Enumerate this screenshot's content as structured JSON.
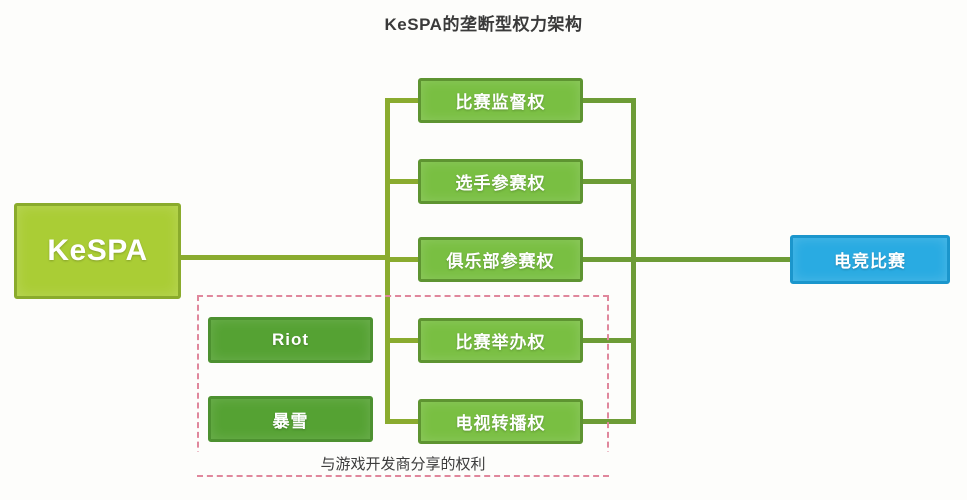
{
  "title": "KeSPA的垄断型权力架构",
  "root": {
    "label": "KeSPA"
  },
  "rights": [
    {
      "label": "比赛监督权"
    },
    {
      "label": "选手参赛权"
    },
    {
      "label": "俱乐部参赛权"
    },
    {
      "label": "比赛举办权"
    },
    {
      "label": "电视转播权"
    }
  ],
  "developers": [
    {
      "label": "Riot"
    },
    {
      "label": "暴雪"
    }
  ],
  "target": {
    "label": "电竞比赛"
  },
  "annotation": {
    "label": "与游戏开发商分享的权利"
  },
  "colors": {
    "background": "#fdfdfb",
    "root_fill": "#aacd35",
    "root_border": "#8aab2c",
    "rights_fill": "#79bf42",
    "rights_border": "#5e9431",
    "developer_fill": "#55a233",
    "developer_border": "#4d9130",
    "target_fill": "#29abe2",
    "target_border": "#1b96cc",
    "wire": "#8aab2f",
    "wire_dark": "#6d9c36",
    "annotation_border": "#e0879c",
    "title_text": "#3a3a3a",
    "node_text": "#ffffff"
  }
}
